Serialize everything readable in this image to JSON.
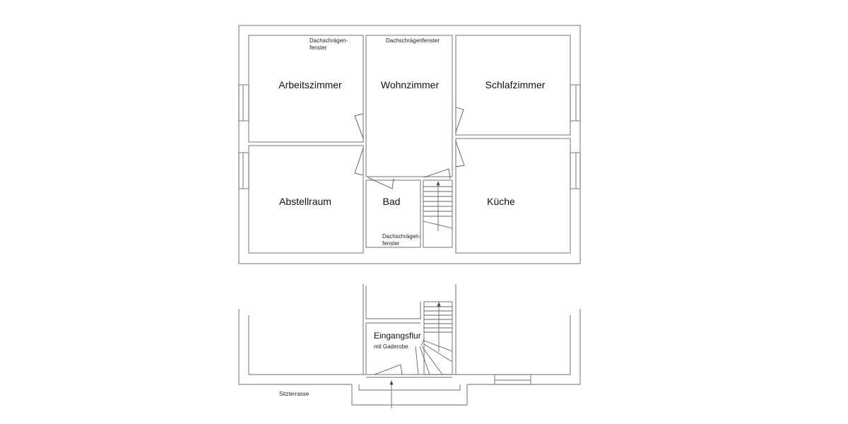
{
  "plan": {
    "upper_floor": {
      "rooms": [
        {
          "name": "Arbeitszimmer"
        },
        {
          "name": "Wohnzimmer"
        },
        {
          "name": "Schlafzimmer"
        },
        {
          "name": "Abstellraum"
        },
        {
          "name": "Bad"
        },
        {
          "name": "Küche"
        }
      ],
      "notes": {
        "skylight_arbeitszimmer_1": "Dachschrägen-",
        "skylight_arbeitszimmer_2": "fenster",
        "skylight_wohnzimmer": "Dachschrägenfenster",
        "skylight_bad_1": "Dachschrägen-",
        "skylight_bad_2": "fenster"
      }
    },
    "ground_floor": {
      "entrance": "Eingangsflur",
      "entrance_sub": "mit Gaderobe",
      "terrace": "Sitzterrasse"
    }
  }
}
